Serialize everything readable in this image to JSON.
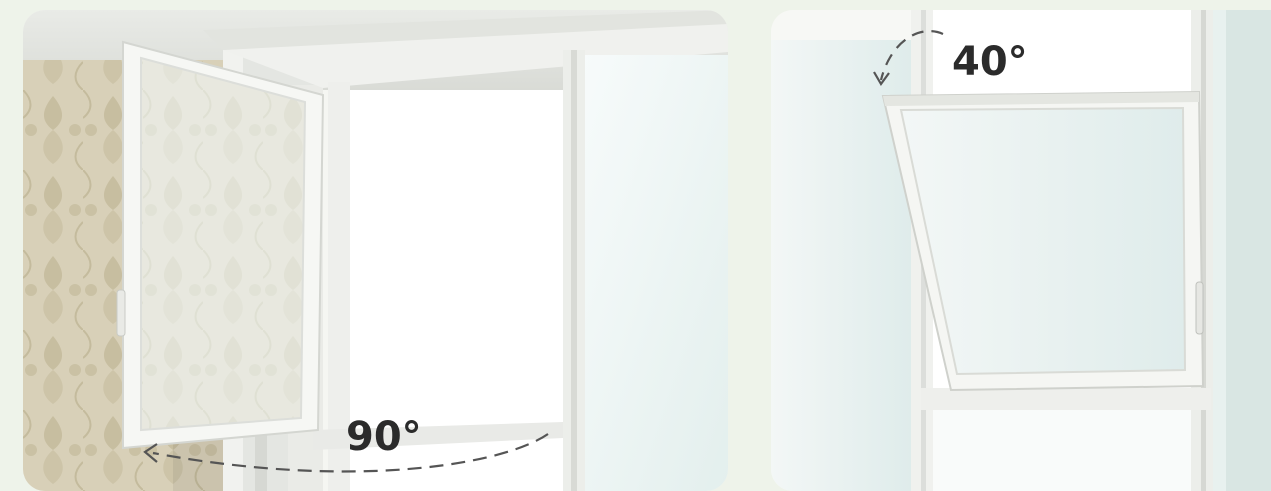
{
  "panels": {
    "left": {
      "angle_label": "90°",
      "scene": "casement-window-open-inward"
    },
    "right": {
      "angle_label": "40°",
      "scene": "tilt-window-open-inward"
    }
  },
  "colors": {
    "background": "#eef3ea",
    "frame": "#f4f5f2",
    "glass": "#e6f0ee",
    "wallpaper": "#cfc5a8",
    "arc": "#555555",
    "label": "#2b2b2b"
  },
  "icons": {
    "arc_left": "dashed-arc-arrow-icon",
    "arc_right": "dashed-arc-arrow-icon"
  }
}
